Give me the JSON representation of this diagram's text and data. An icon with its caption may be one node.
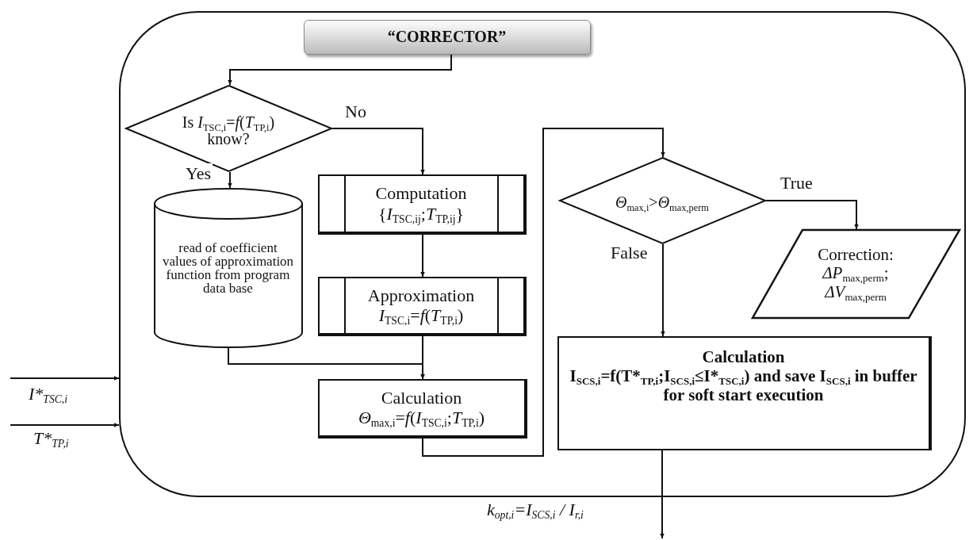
{
  "diagram": {
    "nodes": [
      {
        "text": [],
        "shape": "box"
      },
      {
        "text": [
          "“CORRECTOR”"
        ],
        "in": 0
      },
      {
        "text": [
          "Is *I*$_{TSC,i}$=*f*(*T*$_{TP,i}$) know?"
        ],
        "in": 0
      },
      {
        "text": [
          "read of coefficient values of approximation function from program data base"
        ],
        "in": 0
      },
      {
        "text": [
          "Computation",
          "{*I*$_{TSC,ij}$;*T*$_{TP,ij}$}"
        ],
        "in": 0
      },
      {
        "text": [
          "Approximation",
          "*I*$_{TSC,i}$=*f*(*T*$_{TP,i}$)"
        ],
        "in": 0
      },
      {
        "text": [
          "Calculation",
          "*Θ*$_{max,i}$=*f*(*I*$_{TSC,i}$;*T*$_{TP,i}$)"
        ],
        "in": 0
      },
      {
        "text": [
          "*Θ*$_{max,i}$>*Θ*$_{max,perm}$"
        ],
        "in": 0
      },
      {
        "text": [
          "Correction:",
          "*ΔP*$_{max,perm}$;",
          "*ΔV*$_{max,perm}$"
        ],
        "in": 0
      },
      {
        "text": [
          "Calculation",
          "I$_{SCS,i}$=f(T*$_{TP,i}$;I$_{SCS,i}$≤I*$_{TSC,i}$) and save I$_{SCS,i}$ in buffer for soft start execution"
        ],
        "in": 0
      }
    ],
    "edges": [
      {
        "from": 1,
        "to": 2,
        "arrow": "to"
      },
      {
        "from": 2,
        "to": 4,
        "arrow": "to",
        "label": "No"
      },
      {
        "from": 2,
        "to": 3,
        "arrow": "to",
        "label": "Yes"
      },
      {
        "from": 4,
        "to": 5,
        "arrow": "to"
      },
      {
        "from": 5,
        "to": 6,
        "arrow": "to"
      },
      {
        "from": 3,
        "to": 6,
        "arrow": "to"
      },
      {
        "from": 6,
        "to": 7,
        "arrow": "to"
      },
      {
        "from": 7,
        "to": 8,
        "arrow": "to",
        "label": "True"
      },
      {
        "from": 7,
        "to": 9,
        "arrow": "to",
        "label": "False"
      },
      {
        "from": 9,
        "to": null,
        "arrow": "to",
        "label": "k$_{opt,i}$=I$_{SCS,i}$ / I$_{r,i}$"
      },
      {
        "from": null,
        "to": 0,
        "arrow": "to",
        "label": "I*$_{TSC,i}$"
      },
      {
        "from": null,
        "to": 0,
        "arrow": "to",
        "label": "T*$_{TP,i}$"
      }
    ]
  }
}
